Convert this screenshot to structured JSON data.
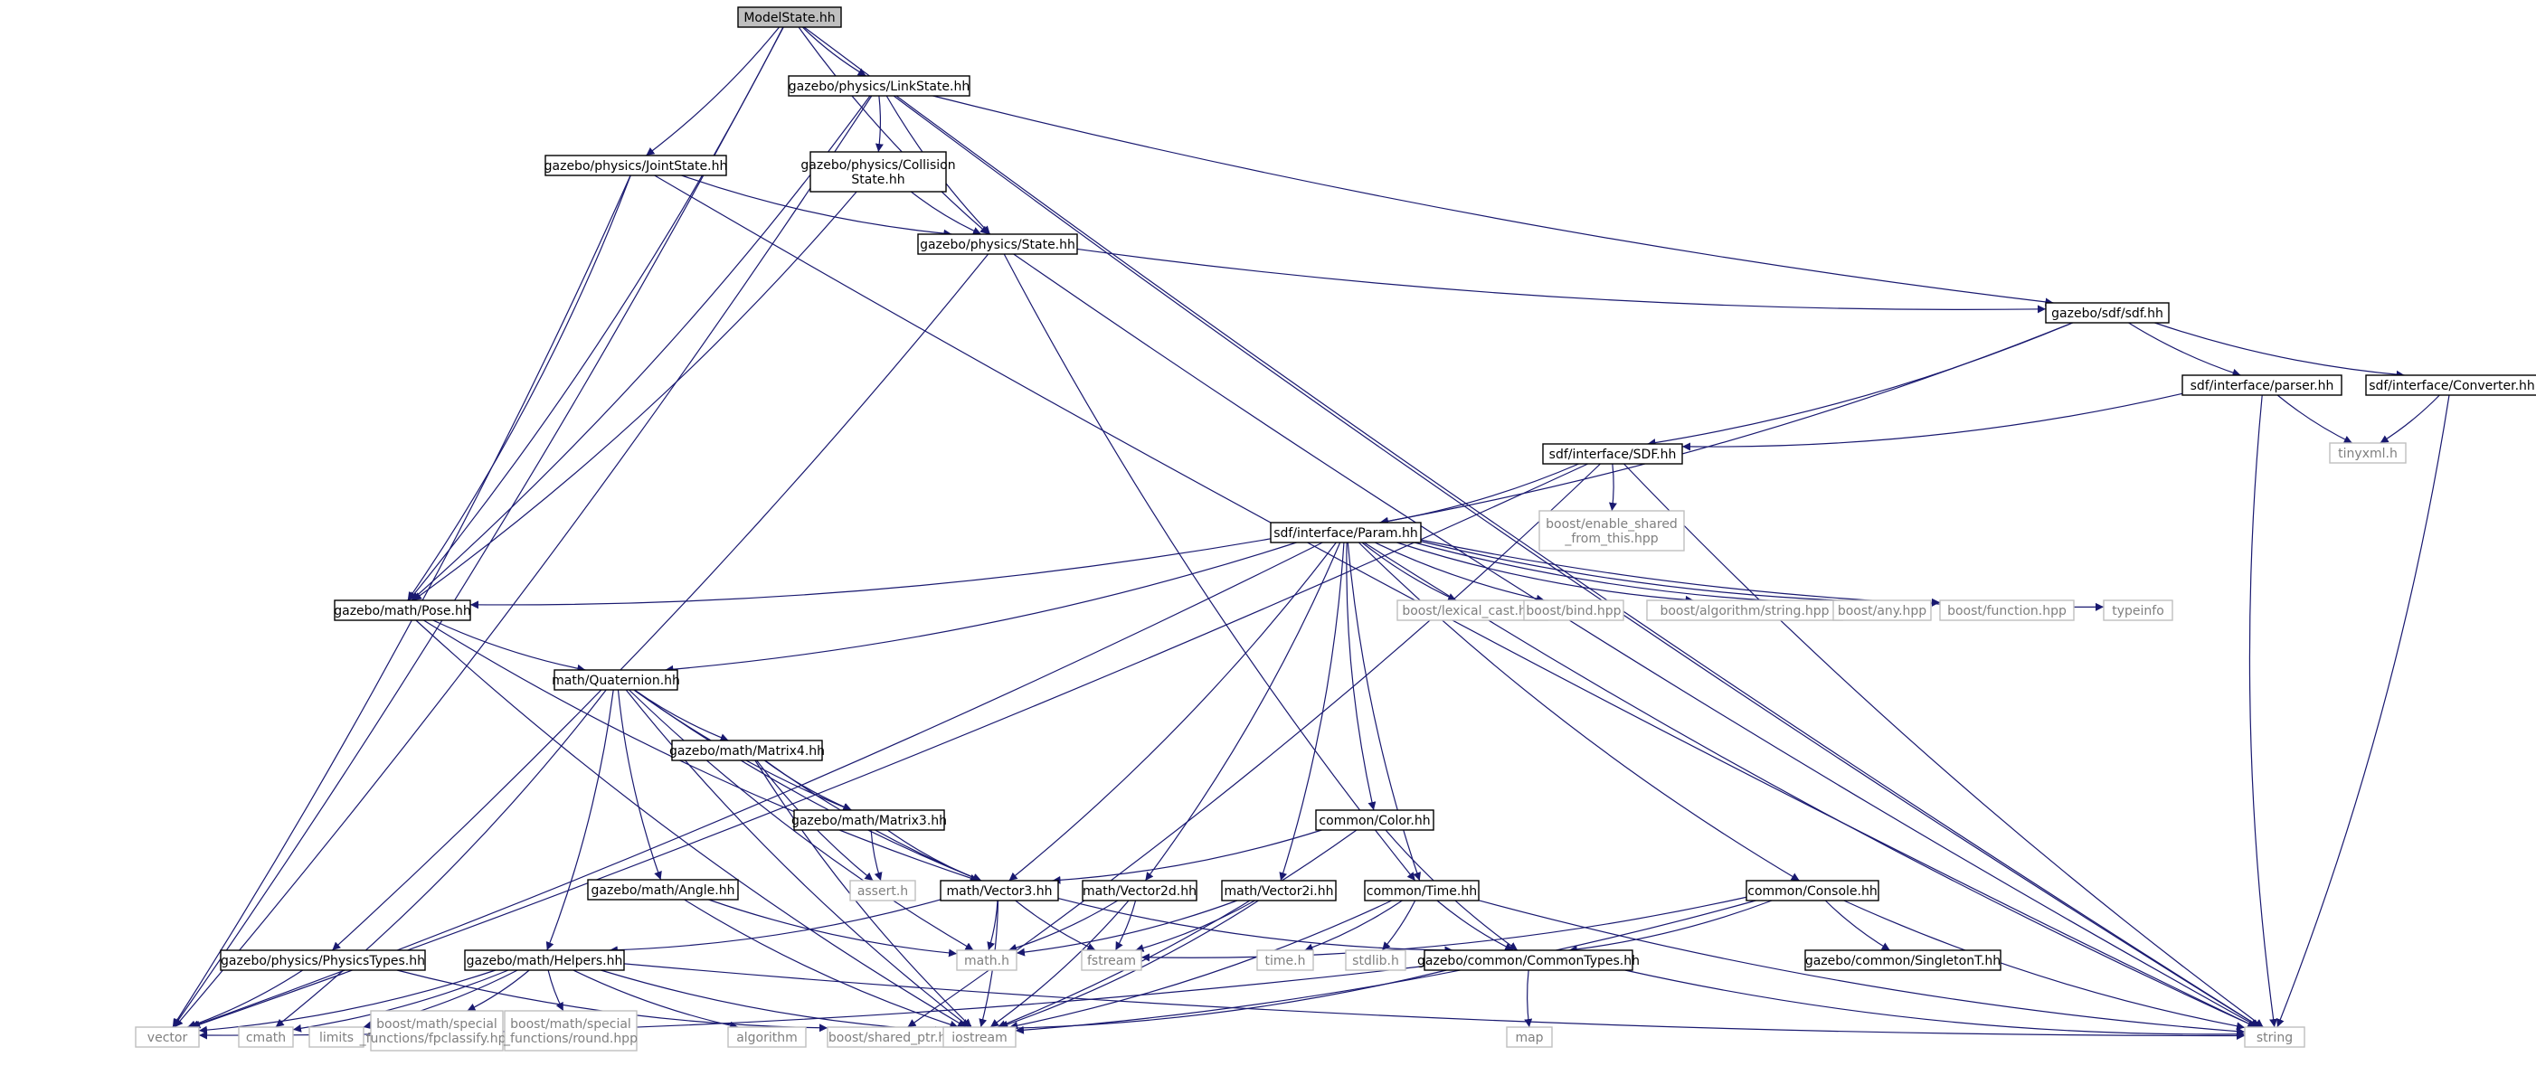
{
  "colors": {
    "edge": "#191970",
    "internal_border": "#000000",
    "system_border": "#bfbfbf",
    "system_text": "#7f7f7f",
    "root_fill": "#bfbfbf"
  },
  "nodes": [
    {
      "id": "ModelState",
      "lines": [
        "ModelState.hh"
      ],
      "kind": "root"
    },
    {
      "id": "LinkState",
      "lines": [
        "gazebo/physics/LinkState.hh"
      ],
      "kind": "internal"
    },
    {
      "id": "JointState",
      "lines": [
        "gazebo/physics/JointState.hh"
      ],
      "kind": "internal"
    },
    {
      "id": "CollisionState",
      "lines": [
        "gazebo/physics/Collision",
        "State.hh"
      ],
      "kind": "internal"
    },
    {
      "id": "State",
      "lines": [
        "gazebo/physics/State.hh"
      ],
      "kind": "internal"
    },
    {
      "id": "sdf",
      "lines": [
        "gazebo/sdf/sdf.hh"
      ],
      "kind": "internal"
    },
    {
      "id": "parser",
      "lines": [
        "sdf/interface/parser.hh"
      ],
      "kind": "internal"
    },
    {
      "id": "Converter",
      "lines": [
        "sdf/interface/Converter.hh"
      ],
      "kind": "internal"
    },
    {
      "id": "tinyxml",
      "lines": [
        "tinyxml.h"
      ],
      "kind": "system"
    },
    {
      "id": "SDF",
      "lines": [
        "sdf/interface/SDF.hh"
      ],
      "kind": "internal"
    },
    {
      "id": "enable_shared",
      "lines": [
        "boost/enable_shared",
        "_from_this.hpp"
      ],
      "kind": "system"
    },
    {
      "id": "Param",
      "lines": [
        "sdf/interface/Param.hh"
      ],
      "kind": "internal"
    },
    {
      "id": "Pose",
      "lines": [
        "gazebo/math/Pose.hh"
      ],
      "kind": "internal"
    },
    {
      "id": "lexical_cast",
      "lines": [
        "boost/lexical_cast.hpp"
      ],
      "kind": "system"
    },
    {
      "id": "bind",
      "lines": [
        "boost/bind.hpp"
      ],
      "kind": "system"
    },
    {
      "id": "algstring",
      "lines": [
        "boost/algorithm/string.hpp"
      ],
      "kind": "system"
    },
    {
      "id": "any",
      "lines": [
        "boost/any.hpp"
      ],
      "kind": "system"
    },
    {
      "id": "function",
      "lines": [
        "boost/function.hpp"
      ],
      "kind": "system"
    },
    {
      "id": "typeinfo",
      "lines": [
        "typeinfo"
      ],
      "kind": "system"
    },
    {
      "id": "Quaternion",
      "lines": [
        "math/Quaternion.hh"
      ],
      "kind": "internal"
    },
    {
      "id": "Matrix4",
      "lines": [
        "gazebo/math/Matrix4.hh"
      ],
      "kind": "internal"
    },
    {
      "id": "Matrix3",
      "lines": [
        "gazebo/math/Matrix3.hh"
      ],
      "kind": "internal"
    },
    {
      "id": "Color",
      "lines": [
        "common/Color.hh"
      ],
      "kind": "internal"
    },
    {
      "id": "assert",
      "lines": [
        "assert.h"
      ],
      "kind": "system"
    },
    {
      "id": "Angle",
      "lines": [
        "gazebo/math/Angle.hh"
      ],
      "kind": "internal"
    },
    {
      "id": "Vector3",
      "lines": [
        "math/Vector3.hh"
      ],
      "kind": "internal"
    },
    {
      "id": "Vector2d",
      "lines": [
        "math/Vector2d.hh"
      ],
      "kind": "internal"
    },
    {
      "id": "Vector2i",
      "lines": [
        "math/Vector2i.hh"
      ],
      "kind": "internal"
    },
    {
      "id": "Time",
      "lines": [
        "common/Time.hh"
      ],
      "kind": "internal"
    },
    {
      "id": "Console",
      "lines": [
        "common/Console.hh"
      ],
      "kind": "internal"
    },
    {
      "id": "PhysicsTypes",
      "lines": [
        "gazebo/physics/PhysicsTypes.hh"
      ],
      "kind": "internal"
    },
    {
      "id": "Helpers",
      "lines": [
        "gazebo/math/Helpers.hh"
      ],
      "kind": "internal"
    },
    {
      "id": "mathh",
      "lines": [
        "math.h"
      ],
      "kind": "system"
    },
    {
      "id": "fstream",
      "lines": [
        "fstream"
      ],
      "kind": "system"
    },
    {
      "id": "timeh",
      "lines": [
        "time.h"
      ],
      "kind": "system"
    },
    {
      "id": "stdlib",
      "lines": [
        "stdlib.h"
      ],
      "kind": "system"
    },
    {
      "id": "CommonTypes",
      "lines": [
        "gazebo/common/CommonTypes.hh"
      ],
      "kind": "internal"
    },
    {
      "id": "SingletonT",
      "lines": [
        "gazebo/common/SingletonT.hh"
      ],
      "kind": "internal"
    },
    {
      "id": "vector",
      "lines": [
        "vector"
      ],
      "kind": "system"
    },
    {
      "id": "cmath",
      "lines": [
        "cmath"
      ],
      "kind": "system"
    },
    {
      "id": "limits",
      "lines": [
        "limits"
      ],
      "kind": "system"
    },
    {
      "id": "fpclassify",
      "lines": [
        "boost/math/special",
        "_functions/fpclassify.hpp"
      ],
      "kind": "system"
    },
    {
      "id": "round",
      "lines": [
        "boost/math/special",
        "_functions/round.hpp"
      ],
      "kind": "system"
    },
    {
      "id": "algorithm",
      "lines": [
        "algorithm"
      ],
      "kind": "system"
    },
    {
      "id": "shared_ptr",
      "lines": [
        "boost/shared_ptr.hpp"
      ],
      "kind": "system"
    },
    {
      "id": "iostream",
      "lines": [
        "iostream"
      ],
      "kind": "system"
    },
    {
      "id": "map",
      "lines": [
        "map"
      ],
      "kind": "system"
    },
    {
      "id": "string",
      "lines": [
        "string"
      ],
      "kind": "system"
    }
  ],
  "edges": [
    [
      "ModelState",
      "LinkState"
    ],
    [
      "ModelState",
      "JointState"
    ],
    [
      "ModelState",
      "State"
    ],
    [
      "ModelState",
      "Pose"
    ],
    [
      "ModelState",
      "vector"
    ],
    [
      "ModelState",
      "string"
    ],
    [
      "LinkState",
      "CollisionState"
    ],
    [
      "LinkState",
      "State"
    ],
    [
      "LinkState",
      "Pose"
    ],
    [
      "LinkState",
      "sdf"
    ],
    [
      "LinkState",
      "vector"
    ],
    [
      "LinkState",
      "string"
    ],
    [
      "JointState",
      "State"
    ],
    [
      "JointState",
      "Pose"
    ],
    [
      "JointState",
      "vector"
    ],
    [
      "JointState",
      "string"
    ],
    [
      "CollisionState",
      "State"
    ],
    [
      "CollisionState",
      "Pose"
    ],
    [
      "State",
      "sdf"
    ],
    [
      "State",
      "Time"
    ],
    [
      "State",
      "PhysicsTypes"
    ],
    [
      "State",
      "string"
    ],
    [
      "sdf",
      "parser"
    ],
    [
      "sdf",
      "Converter"
    ],
    [
      "sdf",
      "SDF"
    ],
    [
      "sdf",
      "Param"
    ],
    [
      "parser",
      "tinyxml"
    ],
    [
      "parser",
      "SDF"
    ],
    [
      "parser",
      "string"
    ],
    [
      "Converter",
      "tinyxml"
    ],
    [
      "Converter",
      "string"
    ],
    [
      "SDF",
      "enable_shared"
    ],
    [
      "SDF",
      "Param"
    ],
    [
      "SDF",
      "vector"
    ],
    [
      "SDF",
      "string"
    ],
    [
      "SDF",
      "shared_ptr"
    ],
    [
      "Param",
      "Pose"
    ],
    [
      "Param",
      "Quaternion"
    ],
    [
      "Param",
      "Vector3"
    ],
    [
      "Param",
      "Vector2d"
    ],
    [
      "Param",
      "Vector2i"
    ],
    [
      "Param",
      "Color"
    ],
    [
      "Param",
      "Time"
    ],
    [
      "Param",
      "Console"
    ],
    [
      "Param",
      "lexical_cast"
    ],
    [
      "Param",
      "bind"
    ],
    [
      "Param",
      "algstring"
    ],
    [
      "Param",
      "any"
    ],
    [
      "Param",
      "function"
    ],
    [
      "Param",
      "typeinfo"
    ],
    [
      "Param",
      "vector"
    ],
    [
      "Param",
      "string"
    ],
    [
      "Pose",
      "Quaternion"
    ],
    [
      "Pose",
      "Vector3"
    ],
    [
      "Pose",
      "iostream"
    ],
    [
      "Quaternion",
      "Matrix4"
    ],
    [
      "Quaternion",
      "Matrix3"
    ],
    [
      "Quaternion",
      "Angle"
    ],
    [
      "Quaternion",
      "Vector3"
    ],
    [
      "Quaternion",
      "Helpers"
    ],
    [
      "Quaternion",
      "mathh"
    ],
    [
      "Quaternion",
      "iostream"
    ],
    [
      "Quaternion",
      "cmath"
    ],
    [
      "Matrix4",
      "Matrix3"
    ],
    [
      "Matrix4",
      "Vector3"
    ],
    [
      "Matrix4",
      "assert"
    ],
    [
      "Matrix4",
      "iostream"
    ],
    [
      "Matrix3",
      "Vector3"
    ],
    [
      "Matrix3",
      "assert"
    ],
    [
      "Color",
      "Vector3"
    ],
    [
      "Color",
      "CommonTypes"
    ],
    [
      "Color",
      "iostream"
    ],
    [
      "Angle",
      "mathh"
    ],
    [
      "Angle",
      "iostream"
    ],
    [
      "Vector3",
      "Helpers"
    ],
    [
      "Vector3",
      "mathh"
    ],
    [
      "Vector3",
      "fstream"
    ],
    [
      "Vector3",
      "iostream"
    ],
    [
      "Vector3",
      "CommonTypes"
    ],
    [
      "Vector2d",
      "mathh"
    ],
    [
      "Vector2d",
      "fstream"
    ],
    [
      "Vector2d",
      "iostream"
    ],
    [
      "Vector2i",
      "mathh"
    ],
    [
      "Vector2i",
      "fstream"
    ],
    [
      "Vector2i",
      "iostream"
    ],
    [
      "Time",
      "timeh"
    ],
    [
      "Time",
      "stdlib"
    ],
    [
      "Time",
      "CommonTypes"
    ],
    [
      "Time",
      "iostream"
    ],
    [
      "Time",
      "string"
    ],
    [
      "Console",
      "fstream"
    ],
    [
      "Console",
      "iostream"
    ],
    [
      "Console",
      "CommonTypes"
    ],
    [
      "Console",
      "SingletonT"
    ],
    [
      "Console",
      "string"
    ],
    [
      "PhysicsTypes",
      "vector"
    ],
    [
      "PhysicsTypes",
      "shared_ptr"
    ],
    [
      "Helpers",
      "vector"
    ],
    [
      "Helpers",
      "cmath"
    ],
    [
      "Helpers",
      "limits"
    ],
    [
      "Helpers",
      "fpclassify"
    ],
    [
      "Helpers",
      "round"
    ],
    [
      "Helpers",
      "algorithm"
    ],
    [
      "Helpers",
      "iostream"
    ],
    [
      "Helpers",
      "string"
    ],
    [
      "CommonTypes",
      "vector"
    ],
    [
      "CommonTypes",
      "map"
    ],
    [
      "CommonTypes",
      "string"
    ],
    [
      "CommonTypes",
      "shared_ptr"
    ]
  ]
}
